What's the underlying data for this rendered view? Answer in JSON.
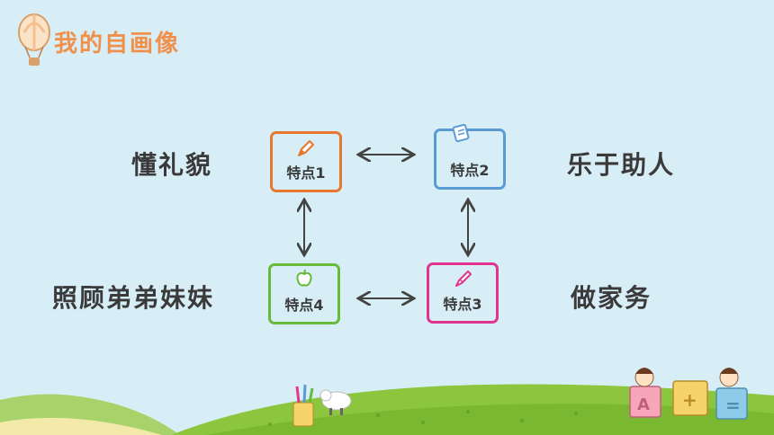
{
  "header": {
    "title": "我的自画像"
  },
  "traits": {
    "top_left": "懂礼貌",
    "top_right": "乐于助人",
    "bottom_left": "照顾弟弟妹妹",
    "bottom_right": "做家务"
  },
  "boxes": {
    "box1": {
      "label": "特点1",
      "color": "#e8772e"
    },
    "box2": {
      "label": "特点2",
      "color": "#5b9bd5"
    },
    "box3": {
      "label": "特点3",
      "color": "#e0348f"
    },
    "box4": {
      "label": "特点4",
      "color": "#66bb3c"
    }
  },
  "decor": {
    "cube_letters": [
      "A",
      "+",
      "="
    ]
  }
}
